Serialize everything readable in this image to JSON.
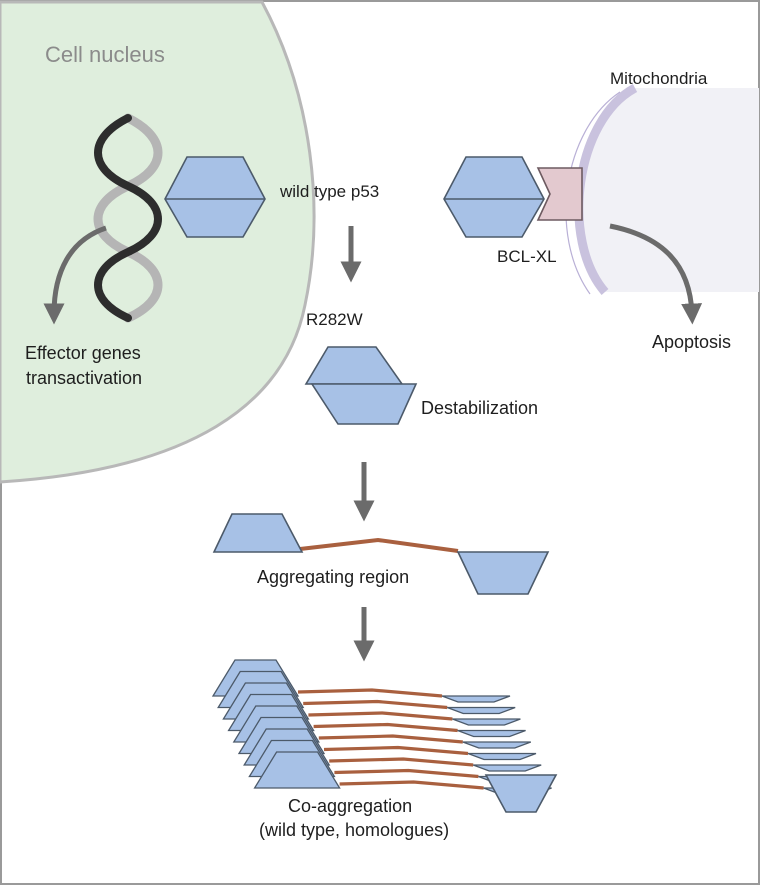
{
  "labels": {
    "nucleus": "Cell nucleus",
    "mitochondria": "Mitochondria",
    "wild_type": "wild type p53",
    "bcl_xl": "BCL-XL",
    "effector_line1": "Effector genes",
    "effector_line2": "transactivation",
    "apoptosis": "Apoptosis",
    "mutant": "R282W",
    "destabilization": "Destabilization",
    "aggregating_region": "Aggregating region",
    "coagg_line1": "Co-aggregation",
    "coagg_line2": "(wild type, homologues)"
  },
  "colors": {
    "nucleus_fill": "#dfeedd",
    "nucleus_edge": "#b8b8b8",
    "mito_fill": "#f1f1f6",
    "mito_membrane": "#c9c2de",
    "protein_fill": "#a7c1e6",
    "protein_edge": "#4c5a6a",
    "bcl_fill": "#e3c9cf",
    "linker": "#a9603f",
    "arrow": "#6b6b6b",
    "nucleus_label": "#8b8b8b"
  }
}
